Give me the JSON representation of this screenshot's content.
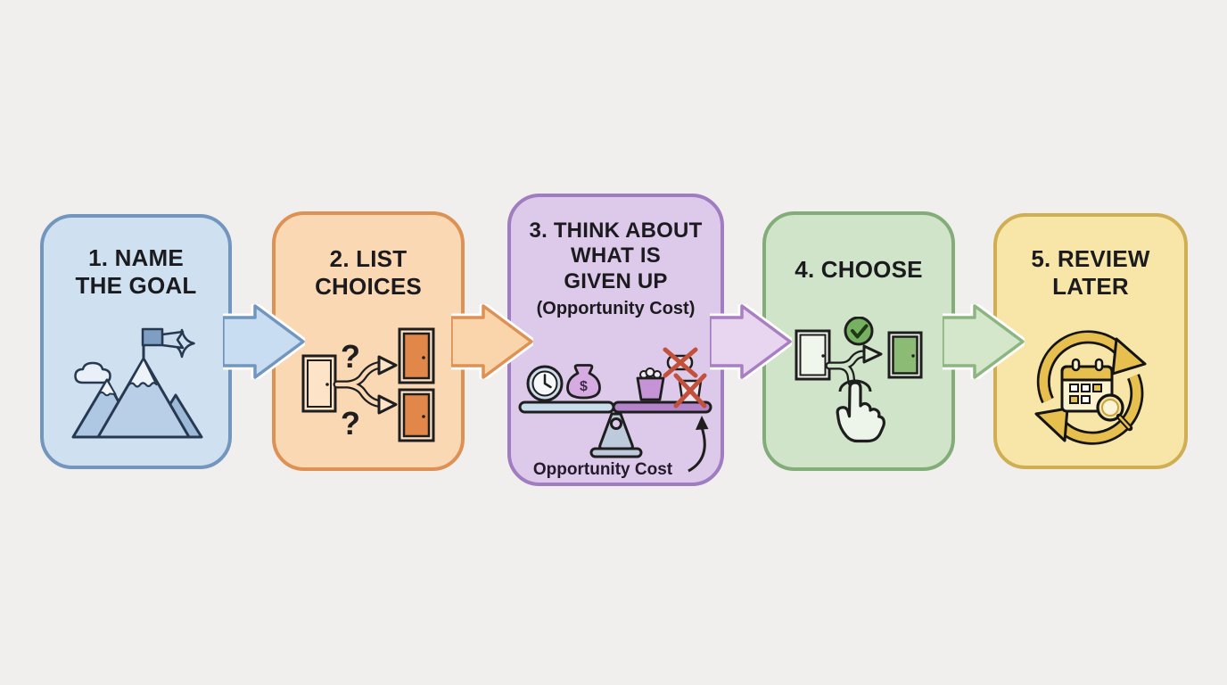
{
  "canvas": {
    "background_color": "#f0efed",
    "text_color": "#1b1b1f"
  },
  "steps": [
    {
      "title": "1. NAME\nTHE GOAL",
      "fill": "#cfe0f1",
      "border": "#7296bd",
      "icon": "mountain-flag-icon"
    },
    {
      "title": "2. LIST\nCHOICES",
      "fill": "#fbd8b4",
      "border": "#dd9154",
      "icon": "door-choices-icon",
      "question_mark_top": "?",
      "question_mark_bottom": "?"
    },
    {
      "title": "3. THINK ABOUT\nWHAT IS\nGIVEN UP",
      "subtitle": "(Opportunity Cost)",
      "fill": "#ddc9e9",
      "border": "#a07cc0",
      "icon": "balance-scale-icon",
      "icon_label": "Opportunity Cost",
      "money_symbol": "$"
    },
    {
      "title": "4. CHOOSE",
      "fill": "#cfe4c8",
      "border": "#82ad78",
      "icon": "choose-door-hand-icon"
    },
    {
      "title": "5. REVIEW\nLATER",
      "fill": "#f7e6a7",
      "border": "#d0ae53",
      "icon": "calendar-cycle-icon"
    }
  ],
  "arrows": [
    {
      "fill": "#c8ddf1",
      "stroke": "#7296bd"
    },
    {
      "fill": "#fad4ab",
      "stroke": "#dd9154"
    },
    {
      "fill": "#e8d5f0",
      "stroke": "#a87fc2"
    },
    {
      "fill": "#d4e7cb",
      "stroke": "#8cb581"
    }
  ],
  "icons": {
    "mountain-flag-icon": "mountain peaks with summit flag, cloud and sparkle",
    "door-choices-icon": "door forking into two doors with question marks",
    "balance-scale-icon": "seesaw balancing time/money against given-up items",
    "choose-door-hand-icon": "hand picking one of two doors with checkmark",
    "calendar-cycle-icon": "calendar with magnifier inside circular arrows"
  }
}
